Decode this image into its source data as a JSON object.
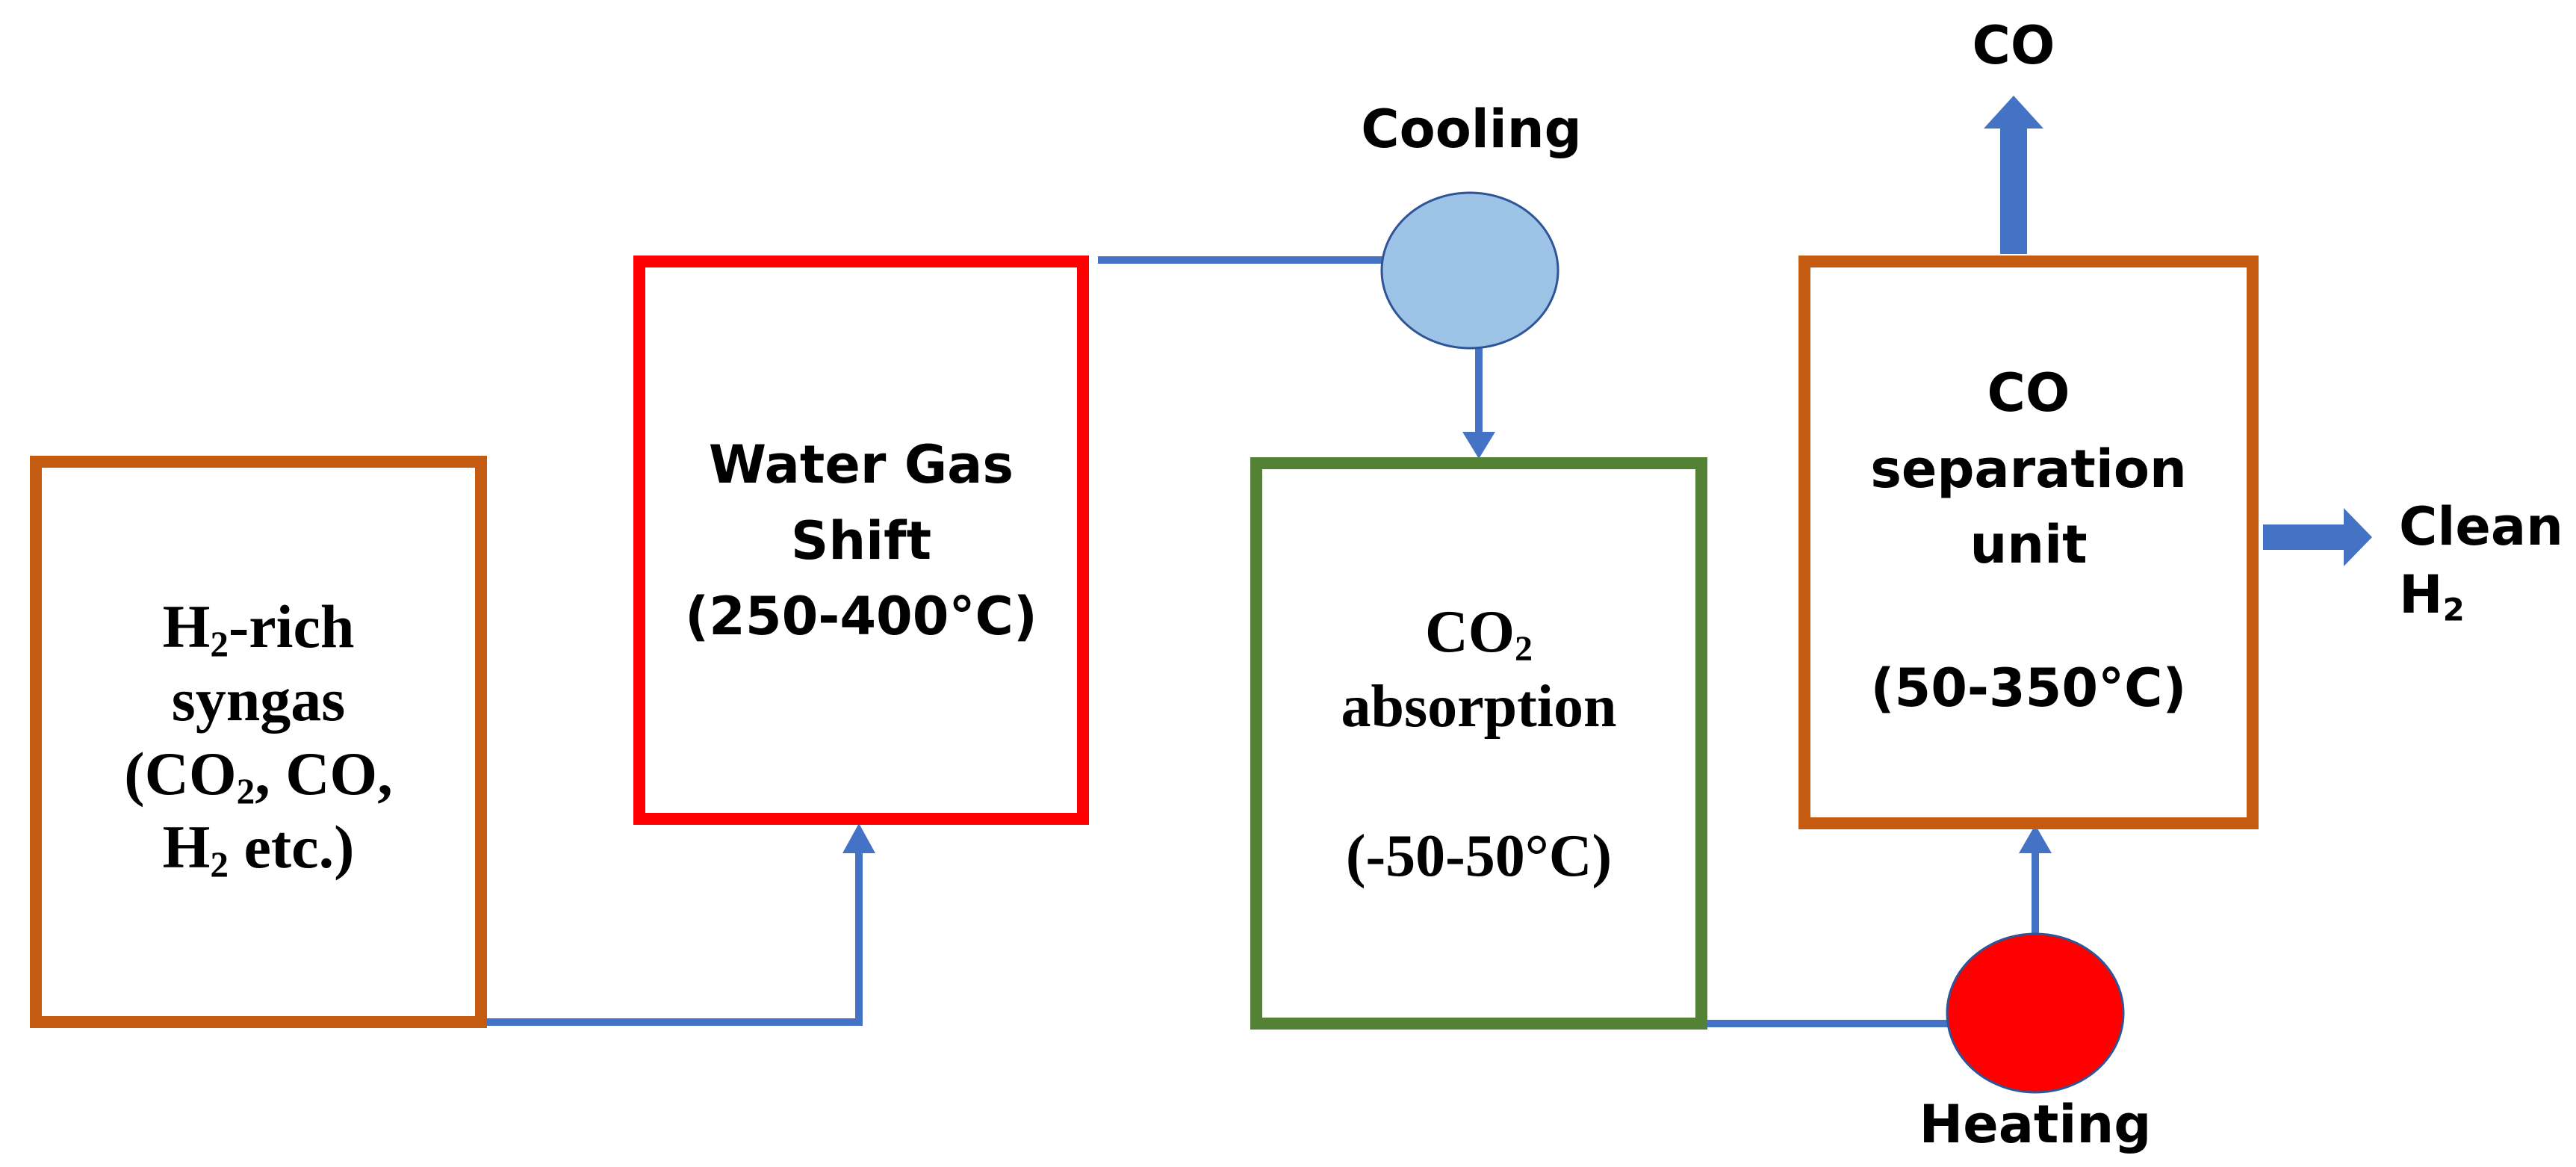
{
  "colors": {
    "connector": "#4472C4",
    "syngas_box": "#C55A11",
    "wgs_box": "#FF0000",
    "absorption_box": "#548235",
    "separation_box": "#C55A11",
    "cooling_fill": "#9DC3E6",
    "heating_fill": "#FF0000"
  },
  "syngas": {
    "line1_a": "H",
    "line1_sub": "2",
    "line1_b": "-rich",
    "line2": "syngas",
    "line3_a": "(CO",
    "line3_sub": "2",
    "line3_b": ", CO,",
    "line4_a": "H",
    "line4_sub": "2",
    "line4_b": " etc.)"
  },
  "wgs": {
    "line1": "Water Gas",
    "line2": "Shift",
    "line3": "(250-400°C)"
  },
  "absorption": {
    "line1_a": "CO",
    "line1_sub": "2",
    "line2": "absorption",
    "line3": "(-50-50°C)"
  },
  "separation": {
    "line1": "CO",
    "line2": "separation",
    "line3": "unit",
    "line4": "(50-350°C)"
  },
  "cooling_label": "Cooling",
  "heating_label": "Heating",
  "co_output": "CO",
  "h2_output": {
    "line1": "Clean",
    "line2_a": "H",
    "line2_sub": "2"
  }
}
